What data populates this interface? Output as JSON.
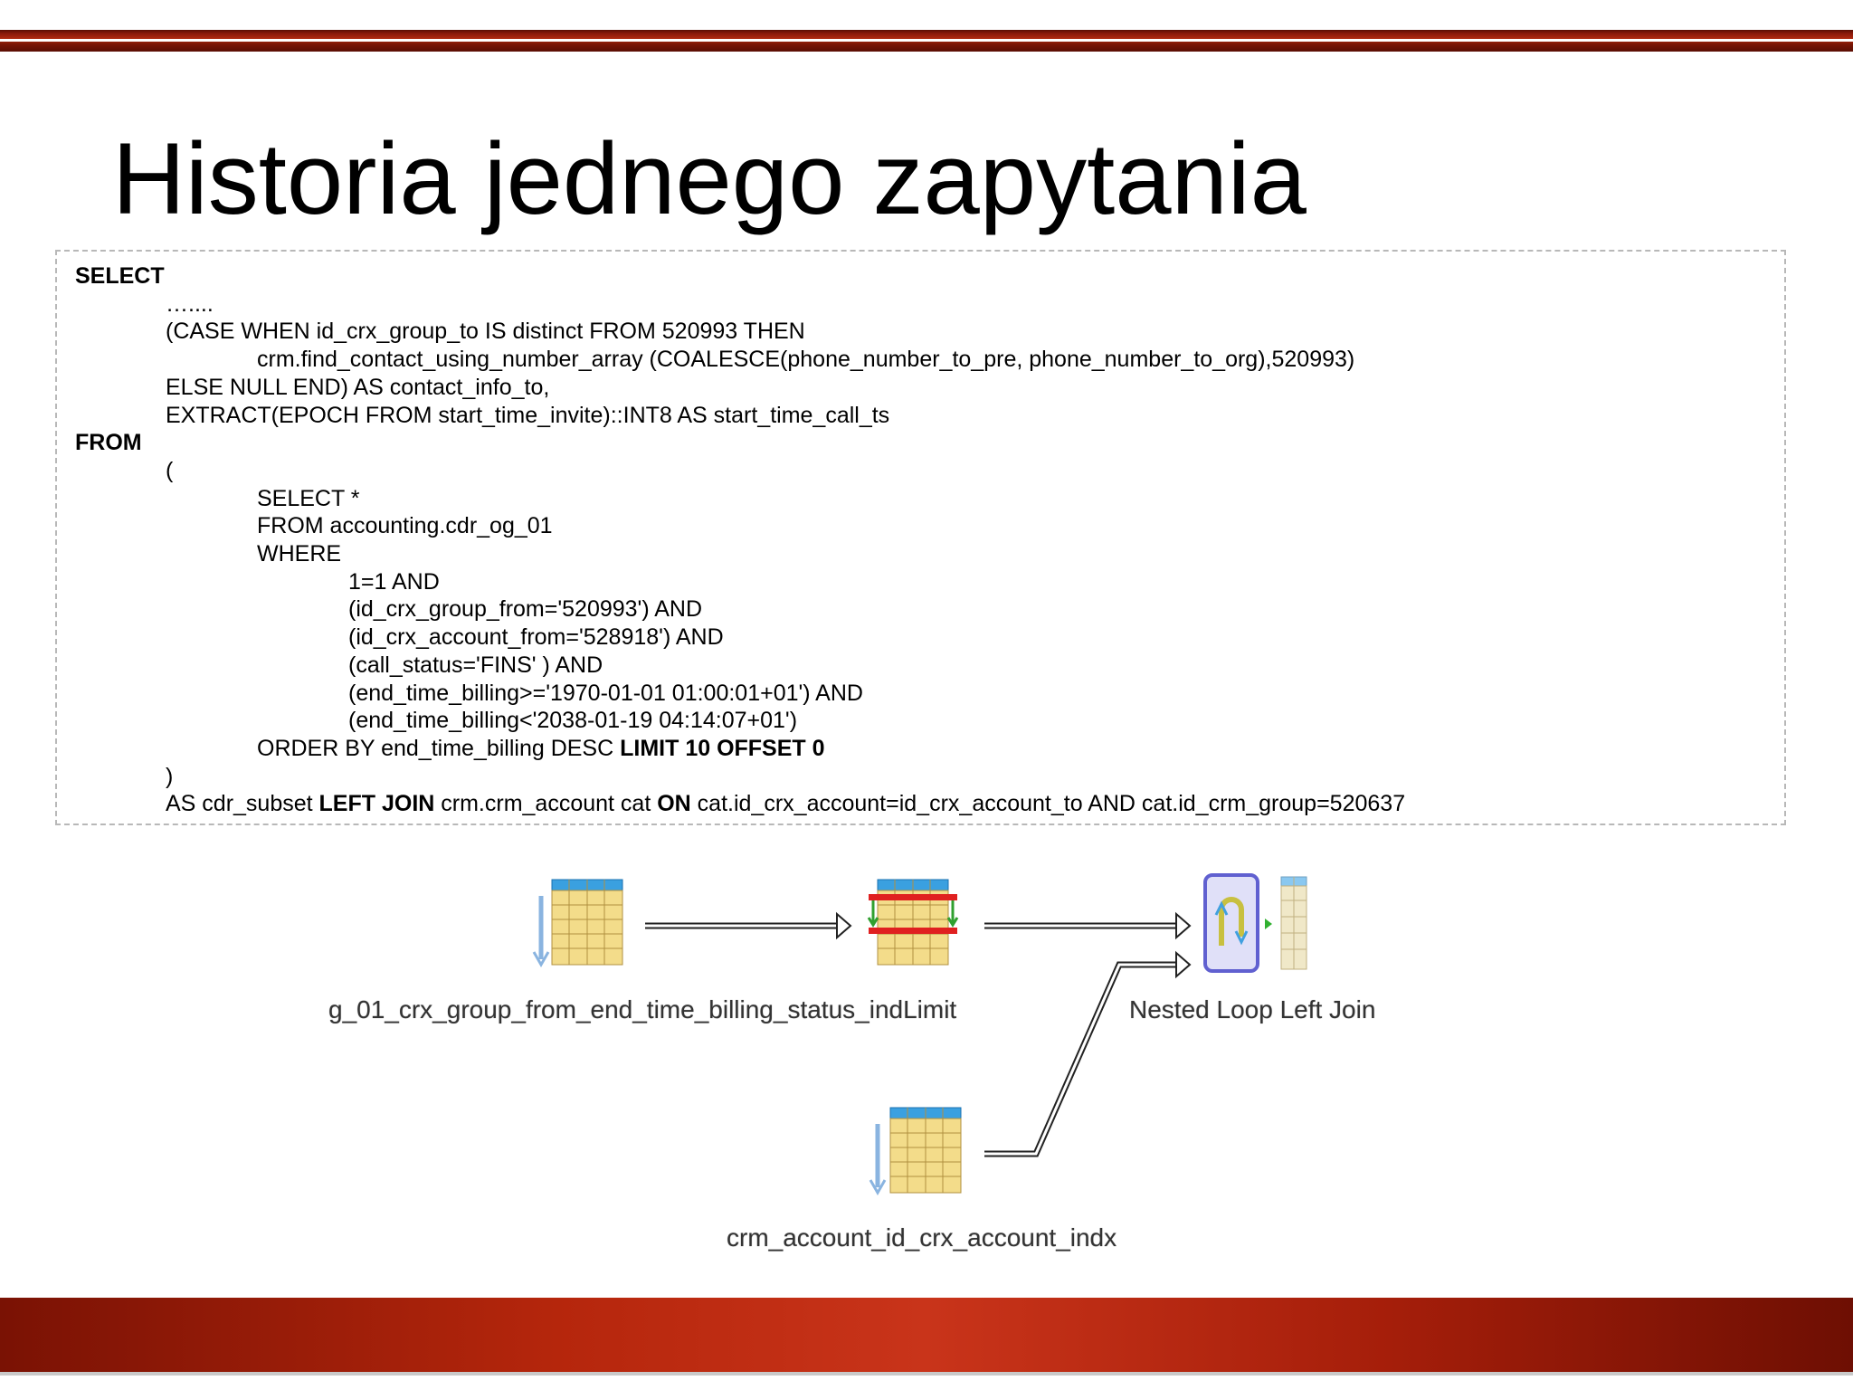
{
  "slide": {
    "title": "Historia jednego zapytania"
  },
  "query": {
    "lines": [
      {
        "indent": 0,
        "parts": [
          {
            "t": "SELECT",
            "b": true
          }
        ]
      },
      {
        "indent": 1,
        "parts": [
          {
            "t": "…....",
            "b": false
          }
        ]
      },
      {
        "indent": 1,
        "parts": [
          {
            "t": "(CASE WHEN id_crx_group_to IS distinct FROM 520993 THEN",
            "b": false
          }
        ]
      },
      {
        "indent": 2,
        "parts": [
          {
            "t": "crm.find_contact_using_number_array (COALESCE(phone_number_to_pre, phone_number_to_org),520993)",
            "b": false
          }
        ]
      },
      {
        "indent": 1,
        "parts": [
          {
            "t": "ELSE NULL END) AS contact_info_to,",
            "b": false
          }
        ]
      },
      {
        "indent": 1,
        "parts": [
          {
            "t": "EXTRACT(EPOCH FROM start_time_invite)::INT8 AS start_time_call_ts",
            "b": false
          }
        ]
      },
      {
        "indent": 0,
        "parts": [
          {
            "t": "FROM",
            "b": true
          }
        ]
      },
      {
        "indent": 1,
        "parts": [
          {
            "t": "(",
            "b": false
          }
        ]
      },
      {
        "indent": 2,
        "parts": [
          {
            "t": "SELECT *",
            "b": false
          }
        ]
      },
      {
        "indent": 2,
        "parts": [
          {
            "t": "FROM  accounting.cdr_og_01",
            "b": false
          }
        ]
      },
      {
        "indent": 2,
        "parts": [
          {
            "t": "WHERE",
            "b": false
          }
        ]
      },
      {
        "indent": 3,
        "parts": [
          {
            "t": "1=1  AND",
            "b": false
          }
        ]
      },
      {
        "indent": 3,
        "parts": [
          {
            "t": "(id_crx_group_from='520993') AND",
            "b": false
          }
        ]
      },
      {
        "indent": 3,
        "parts": [
          {
            "t": "(id_crx_account_from='528918') AND",
            "b": false
          }
        ]
      },
      {
        "indent": 3,
        "parts": [
          {
            "t": "(call_status='FINS' ) AND",
            "b": false
          }
        ]
      },
      {
        "indent": 3,
        "parts": [
          {
            "t": "(end_time_billing>='1970-01-01 01:00:01+01') AND",
            "b": false
          }
        ]
      },
      {
        "indent": 3,
        "parts": [
          {
            "t": "(end_time_billing<'2038-01-19 04:14:07+01')",
            "b": false
          }
        ]
      },
      {
        "indent": 2,
        "parts": [
          {
            "t": "ORDER BY end_time_billing DESC ",
            "b": false
          },
          {
            "t": "LIMIT  10 OFFSET 0",
            "b": true
          }
        ]
      },
      {
        "indent": 1,
        "parts": [
          {
            "t": ")",
            "b": false
          }
        ]
      },
      {
        "indent": 1,
        "parts": [
          {
            "t": "AS cdr_subset  ",
            "b": false
          },
          {
            "t": "LEFT JOIN",
            "b": true
          },
          {
            "t": " crm.crm_account cat ",
            "b": false
          },
          {
            "t": "ON",
            "b": true
          },
          {
            "t": " cat.id_crx_account=id_crx_account_to  AND cat.id_crm_group=520637",
            "b": false
          }
        ]
      }
    ]
  },
  "plan": {
    "nodes": [
      {
        "id": "index-scan-cdr",
        "icon": "index-scan-icon",
        "label": "g_01_crx_group_from_end_time_billing_status_ind"
      },
      {
        "id": "limit",
        "icon": "limit-icon",
        "label": "Limit"
      },
      {
        "id": "nested-loop",
        "icon": "nested-loop-join-icon",
        "label": "Nested Loop Left Join"
      },
      {
        "id": "index-scan-account",
        "icon": "index-scan-icon",
        "label": "crm_account_id_crx_account_indx"
      }
    ]
  },
  "colors": {
    "band_dark": "#6e0f03",
    "band_light": "#c9341a",
    "table_header": "#3aa0e0",
    "table_cell": "#f3dc8a",
    "limit_bar": "#e02020",
    "join_frame": "#6060d0"
  }
}
